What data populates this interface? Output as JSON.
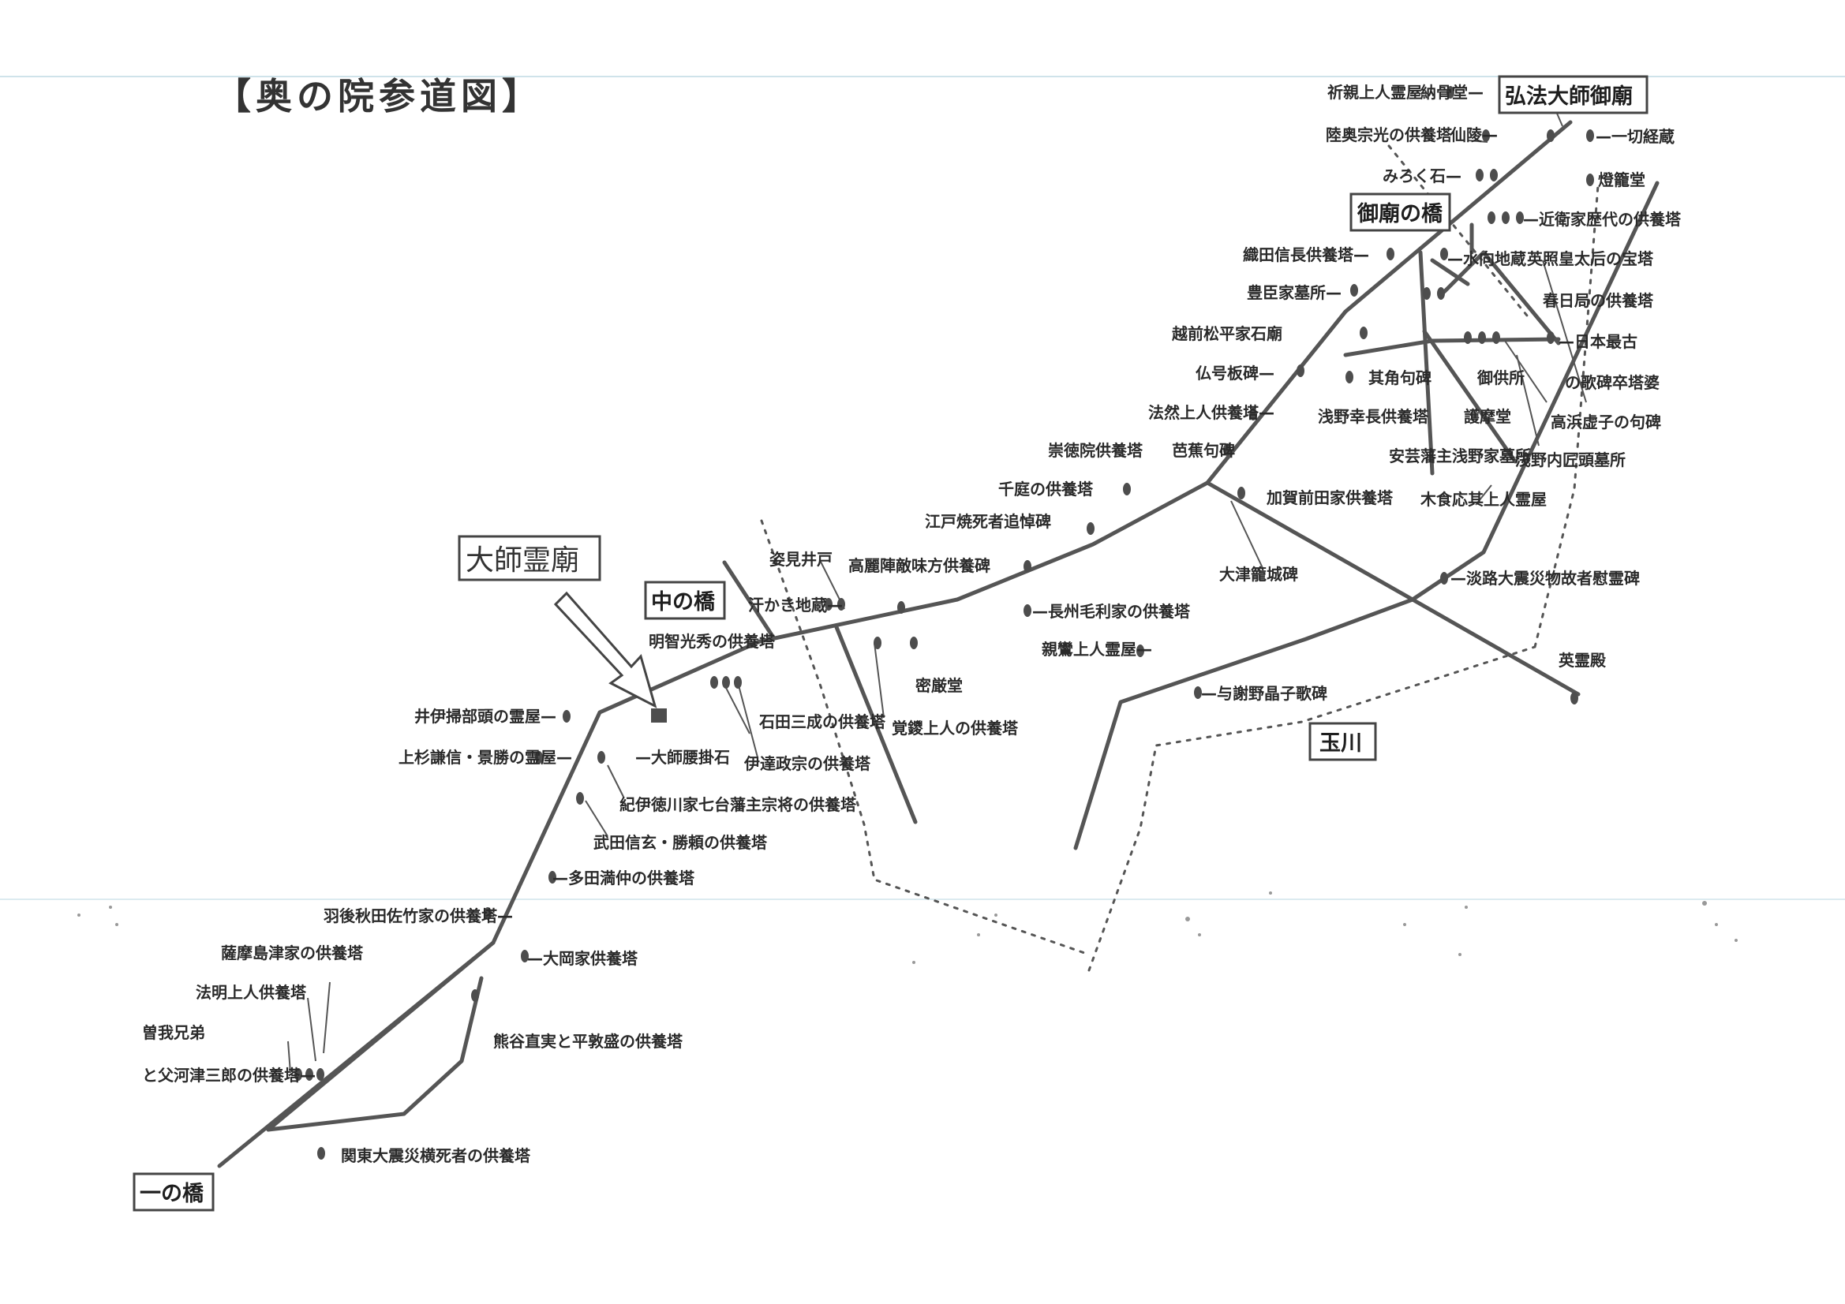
{
  "title": "【奥の院参道図】",
  "boxes": {
    "kobo": "弘法大師御廟",
    "gobyo_bridge": "御廟の橋",
    "naka_bridge": "中の橋",
    "ichi_bridge": "一の橋",
    "tamagawa": "玉川",
    "daishi_reibyo": "大師霊廟"
  },
  "labels": {
    "l1": "祈親上人霊屋",
    "l2": "納骨堂—",
    "l3": "陸奥宗光の供養塔",
    "l4": "仙陵—",
    "l5": "—一切経蔵",
    "l6": "みろく石—",
    "l7": "燈籠堂",
    "l8": "—近衛家歴代の供養塔",
    "l9": "織田信長供養塔—",
    "l10": "—水向地蔵",
    "l11": "英照皇太后の宝塔",
    "l12": "豊臣家墓所—",
    "l13": "春日局の供養塔",
    "l14": "越前松平家石廟",
    "l15": "—日本最古",
    "l16": "仏号板碑—",
    "l17": "其角句碑",
    "l18": "御供所",
    "l19": "の歌碑卒塔婆",
    "l20": "法然上人供養塔—",
    "l21": "浅野幸長供養塔",
    "l22": "護摩堂",
    "l23": "高浜虚子の句碑",
    "l24": "芭蕉句碑",
    "l25": "安芸藩主浅野家墓所",
    "l26": "浅野内匠頭墓所",
    "l27": "崇徳院供養塔",
    "l28": "加賀前田家供養塔",
    "l29": "木食応其上人霊屋",
    "l30": "千庭の供養塔",
    "l31": "江戸焼死者追悼碑",
    "l32": "大津籠城碑",
    "l33": "姿見井戸",
    "l34": "高麗陣敵味方供養碑",
    "l35": "—淡路大震災物故者慰霊碑",
    "l36": "汗かき地蔵—",
    "l37": "—長州毛利家の供養塔",
    "l38": "明智光秀の供養塔",
    "l39": "親鸞上人霊屋—",
    "l40": "英霊殿",
    "l41": "密厳堂",
    "l42": "—与謝野晶子歌碑",
    "l43": "石田三成の供養塔",
    "l44": "覚鑁上人の供養塔",
    "l45": "井伊掃部頭の霊屋—",
    "l46": "—大師腰掛石",
    "l47": "伊達政宗の供養塔",
    "l48": "上杉謙信・景勝の霊屋—",
    "l49": "紀伊徳川家七台藩主宗将の供養塔",
    "l50": "武田信玄・勝頼の供養塔",
    "l51": "—多田満仲の供養塔",
    "l52": "羽後秋田佐竹家の供養塔—",
    "l53": "薩摩島津家の供養塔",
    "l54": "—大岡家供養塔",
    "l55": "法明上人供養塔",
    "l56": "曽我兄弟",
    "l57": "熊谷直実と平敦盛の供養塔",
    "l58": "と父河津三郎の供養塔—",
    "l59": "関東大震災横死者の供養塔"
  }
}
